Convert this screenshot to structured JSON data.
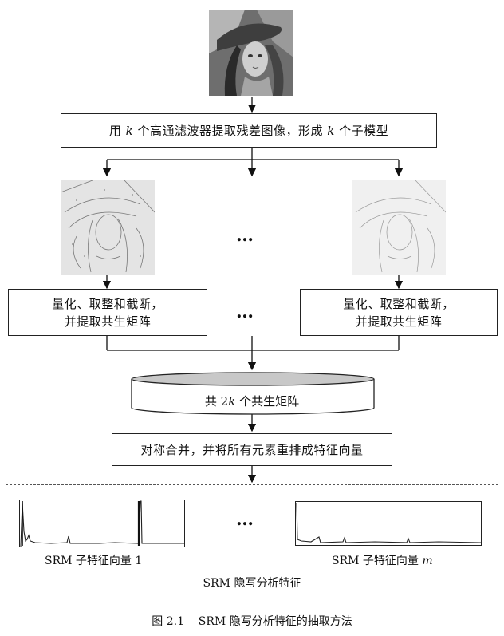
{
  "step1": {
    "pre": "用 ",
    "k": "k",
    "mid": " 个高通滤波器提取残差图像，形成 ",
    "k2": "k",
    "post": " 个子模型"
  },
  "step2_left": {
    "line1": "量化、取整和截断，",
    "line2": "并提取共生矩阵"
  },
  "step2_right": {
    "line1": "量化、取整和截断，",
    "line2": "并提取共生矩阵"
  },
  "ellipsis": "…",
  "cylinder": {
    "pre": "共 2",
    "k": "k",
    "post": " 个共生矩阵"
  },
  "step4": "对称合并，并将所有元素重排成特征向量",
  "sub_feature_1": {
    "pre": "SRM 子特征向量 ",
    "idx": "1"
  },
  "sub_feature_m": {
    "pre": "SRM 子特征向量 ",
    "idx": "m"
  },
  "group_label": "SRM 隐写分析特征",
  "caption": "图 2.1    SRM 隐写分析特征的抽取方法"
}
